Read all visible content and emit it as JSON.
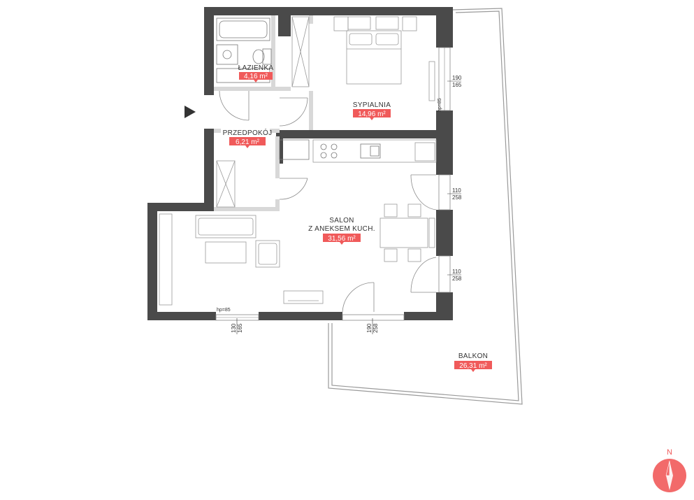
{
  "rooms": [
    {
      "name": "ŁAZIENKA",
      "area": "4,16 m²"
    },
    {
      "name": "SYPIALNIA",
      "area": "14,96 m²"
    },
    {
      "name": "PRZEDPOKÓJ",
      "area": "6,21 m²"
    },
    {
      "name": "SALON",
      "name2": "Z ANEKSEM KUCH.",
      "area": "31,56 m²"
    },
    {
      "name": "BALKON",
      "area": "26,31 m²"
    }
  ],
  "window_dims": [
    {
      "w": "190",
      "h": "165"
    },
    {
      "w": "110",
      "h": "258"
    },
    {
      "w": "110",
      "h": "258"
    },
    {
      "w": "130",
      "h": "165"
    },
    {
      "w": "190",
      "h": "258"
    }
  ],
  "sill_notes": [
    "hp=85",
    "hp=85"
  ],
  "compass": {
    "label": "N"
  },
  "colors": {
    "accent": "#f05a5a",
    "wall": "#4a4a4a",
    "partition": "#d8d8d8"
  }
}
